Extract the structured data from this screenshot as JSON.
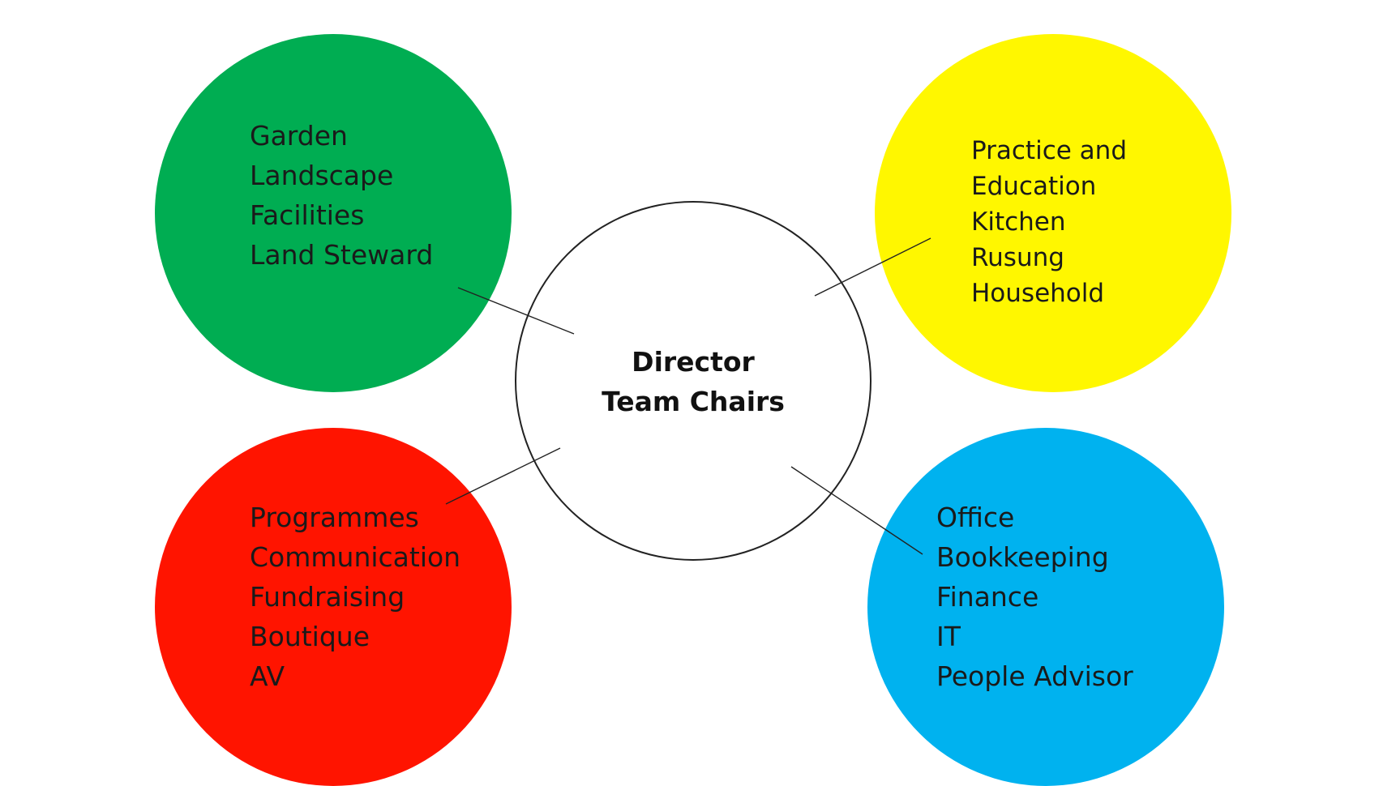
{
  "center": {
    "lines": [
      "Director",
      "Team Chairs"
    ]
  },
  "groups": {
    "green": {
      "color": "#00ad52",
      "items": [
        "Garden",
        "Landscape",
        "Facilities",
        "Land Steward"
      ]
    },
    "yellow": {
      "color": "#fff700",
      "items": [
        "Practice and",
        "Education",
        "Kitchen",
        "Rusung",
        "Household"
      ]
    },
    "red": {
      "color": "#ff1400",
      "items": [
        "Programmes",
        "Communication",
        "Fundraising",
        "Boutique",
        "AV"
      ]
    },
    "blue": {
      "color": "#00b2ef",
      "items": [
        "Office",
        "Bookkeeping",
        "Finance",
        "IT",
        "People Advisor"
      ]
    }
  }
}
